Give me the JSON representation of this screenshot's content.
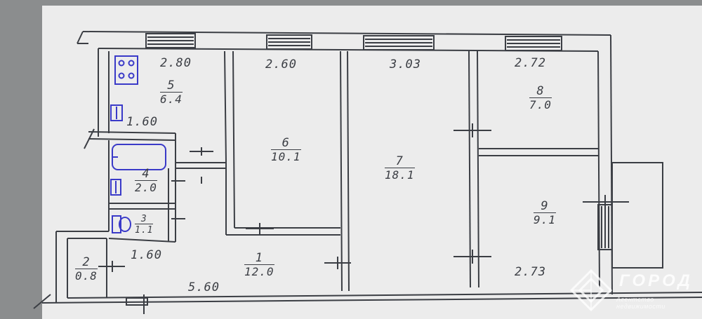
{
  "plan": {
    "rooms": [
      {
        "id": "5",
        "number": "5",
        "area": "6.4"
      },
      {
        "id": "6",
        "number": "6",
        "area": "10.1"
      },
      {
        "id": "7",
        "number": "7",
        "area": "18.1"
      },
      {
        "id": "8",
        "number": "8",
        "area": "7.0"
      },
      {
        "id": "4",
        "number": "4",
        "area": "2.0"
      },
      {
        "id": "3",
        "number": "3",
        "area": "1.1"
      },
      {
        "id": "2",
        "number": "2",
        "area": "0.8"
      },
      {
        "id": "1",
        "number": "1",
        "area": "12.0"
      },
      {
        "id": "9",
        "number": "9",
        "area": "9.1"
      }
    ],
    "dimensions": [
      "2.80",
      "2.60",
      "3.03",
      "2.72",
      "1.60",
      "1.60",
      "5.60",
      "2.73"
    ],
    "fixtures": [
      "stove-icon",
      "bathtub-icon",
      "toilet-icon",
      "sink-icon"
    ]
  },
  "watermark": {
    "title": "ГОРОД",
    "subtitle": "Агентство недвижимости"
  },
  "colors": {
    "background": "#8b8d8e",
    "paper": "#ececec",
    "ink": "#3b3e44",
    "fixture": "#3a3ac8"
  }
}
